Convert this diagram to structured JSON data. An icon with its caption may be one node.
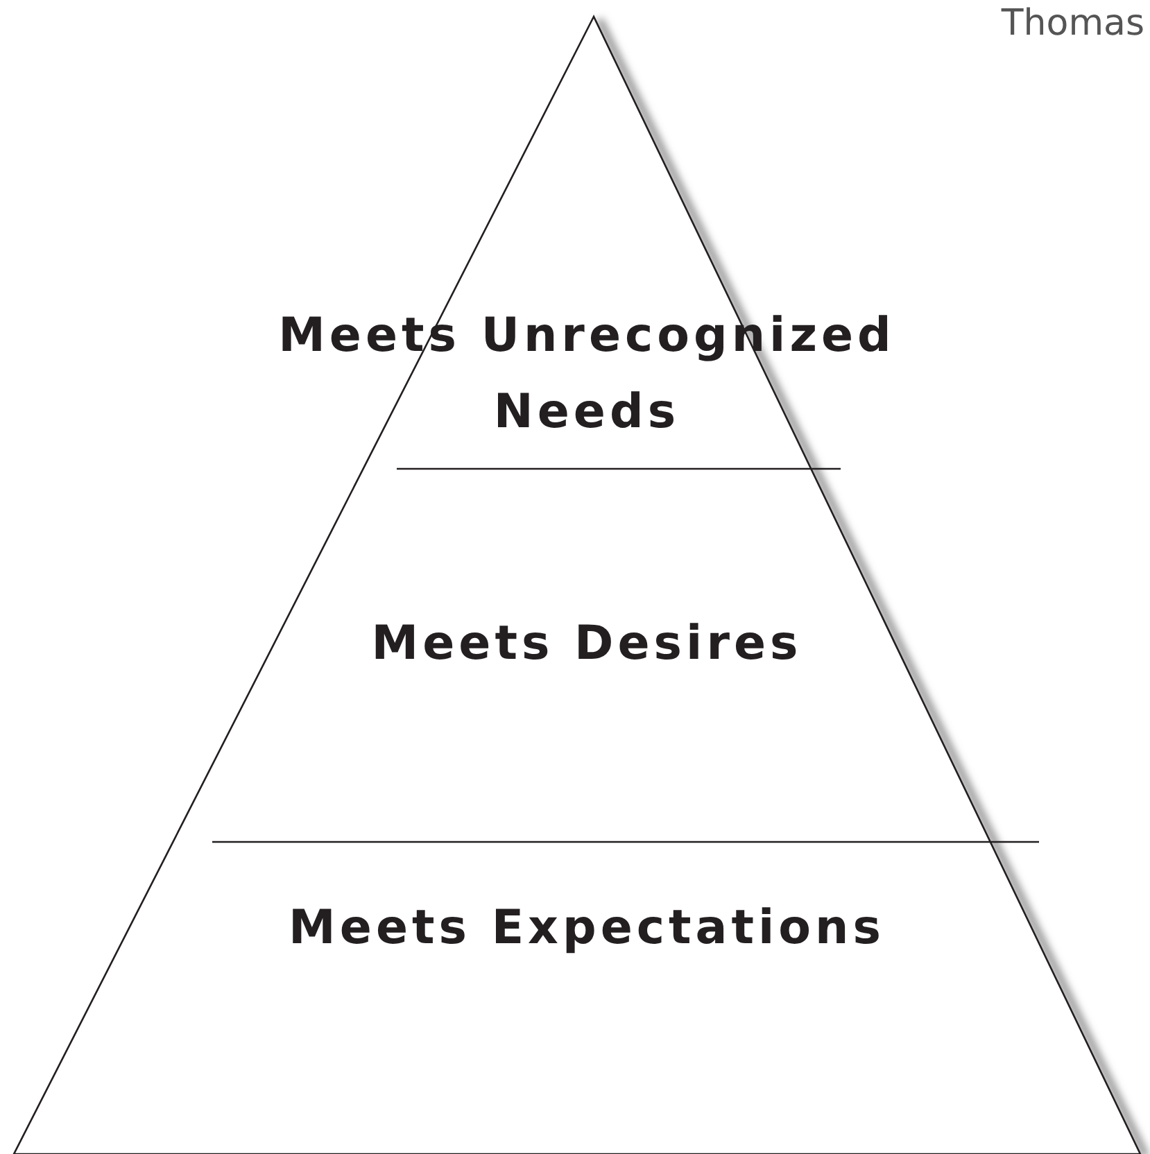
{
  "diagram": {
    "nodes": [
      {
        "text": [
          "Meets Unrecognized Needs"
        ]
      },
      {
        "text": [
          "Meets Desires"
        ]
      },
      {
        "text": [
          "Meets Expectations"
        ]
      }
    ],
    "labels": [
      "Thomas"
    ]
  }
}
